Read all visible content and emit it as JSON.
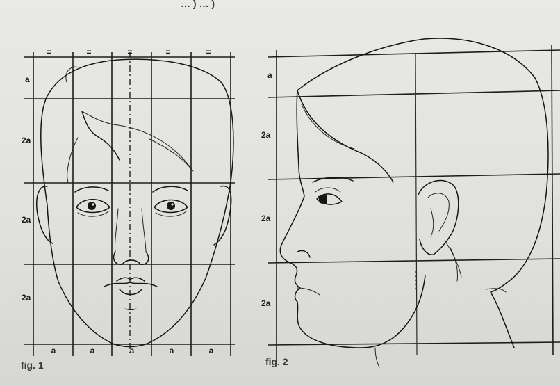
{
  "header_fragment": "…  ) …  )",
  "figure1": {
    "caption": "fig. 1",
    "row_labels": [
      "a",
      "2a",
      "2a",
      "2a"
    ],
    "column_labels": [
      "a",
      "a",
      "a",
      "a",
      "a"
    ],
    "top_marks": [
      "=",
      "=",
      "=",
      "=",
      "="
    ]
  },
  "figure2": {
    "caption": "fig. 2",
    "row_labels": [
      "a",
      "2a",
      "2a",
      "2a"
    ]
  }
}
